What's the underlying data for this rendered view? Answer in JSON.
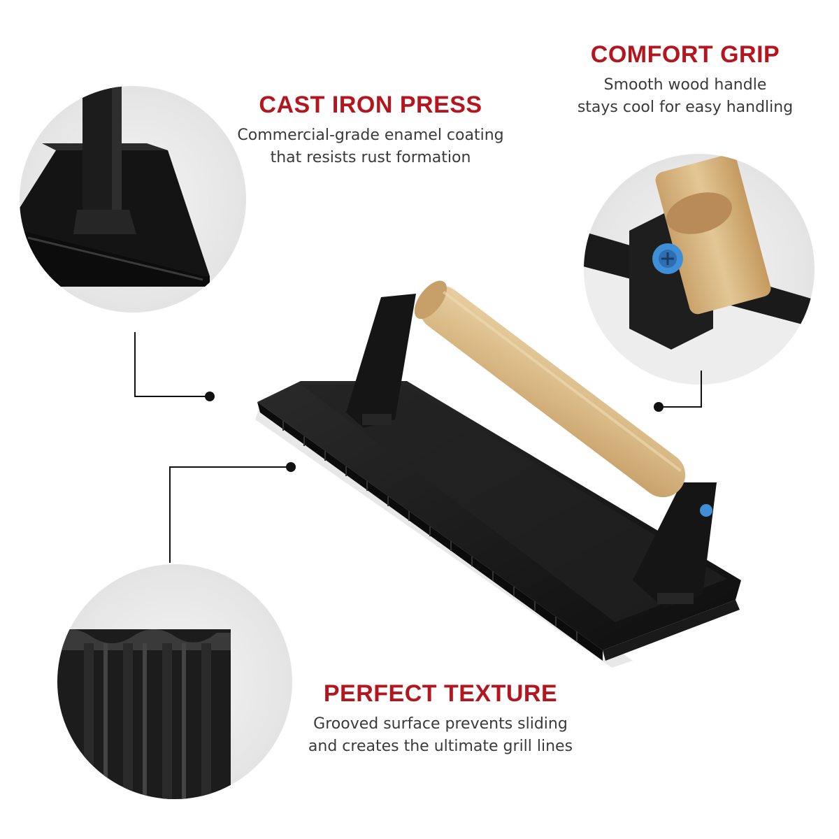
{
  "colors": {
    "accent": "#b3161e",
    "text": "#3a3a3a",
    "iron": "#161616",
    "wood": "#d9b985",
    "circle_bg": "#ececec",
    "screw": "#3f8fd8"
  },
  "features": {
    "cast_iron": {
      "title": "CAST IRON PRESS",
      "line1": "Commercial-grade enamel coating",
      "line2": "that resists rust formation"
    },
    "comfort_grip": {
      "title": "COMFORT GRIP",
      "line1": "Smooth wood handle",
      "line2": "stays cool for easy handling"
    },
    "texture": {
      "title": "PERFECT TEXTURE",
      "line1": "Grooved surface prevents sliding",
      "line2": "and creates the ultimate grill lines"
    }
  },
  "icons": {
    "press": "grill-press-illustration",
    "detail_handle_base": "handle-base-closeup",
    "detail_wood_grip": "wood-grip-closeup",
    "detail_grooves": "grooved-surface-closeup"
  }
}
